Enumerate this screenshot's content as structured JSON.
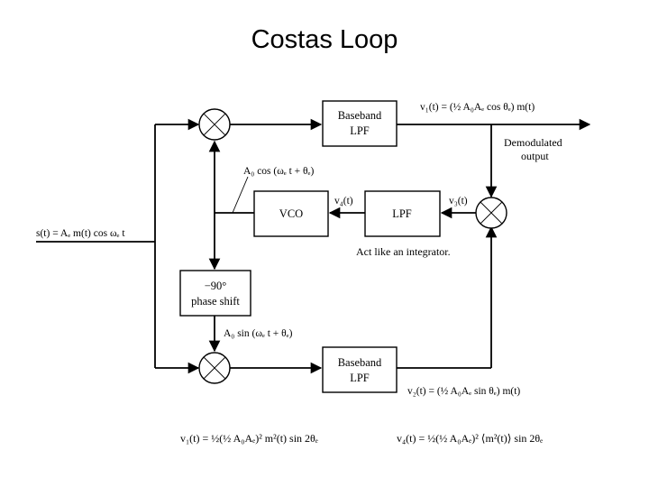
{
  "title": "Costas Loop",
  "blocks": {
    "lpf_top_line1": "Baseband",
    "lpf_top_line2": "LPF",
    "lpf_bottom_line1": "Baseband",
    "lpf_bottom_line2": "LPF",
    "vco": "VCO",
    "loop_lpf": "LPF",
    "phase_line1": "−90°",
    "phase_line2": "phase shift"
  },
  "signals": {
    "input": "s(t) = Aₑ m(t) cos ωₑ t",
    "v1": "v₁(t) = (½ A₀Aₑ cos θₑ) m(t)",
    "v2": "v₂(t) = (½ A₀Aₑ sin θₑ) m(t)",
    "v3": "v₃(t)",
    "v4": "v₄(t)",
    "vco_cos": "A₀ cos (ωₑ t + θₑ)",
    "vco_sin": "A₀ sin (ωₑ t + θₑ)",
    "output_line1": "Demodulated",
    "output_line2": "output",
    "note": "Act like an integrator."
  },
  "equations": {
    "eq1": "v₁(t) = ½(½ A₀Aₑ)² m²(t) sin 2θₑ",
    "eq2": "v₄(t) = ½(½ A₀Aₑ)² ⟨m²(t)⟩ sin 2θₑ"
  }
}
